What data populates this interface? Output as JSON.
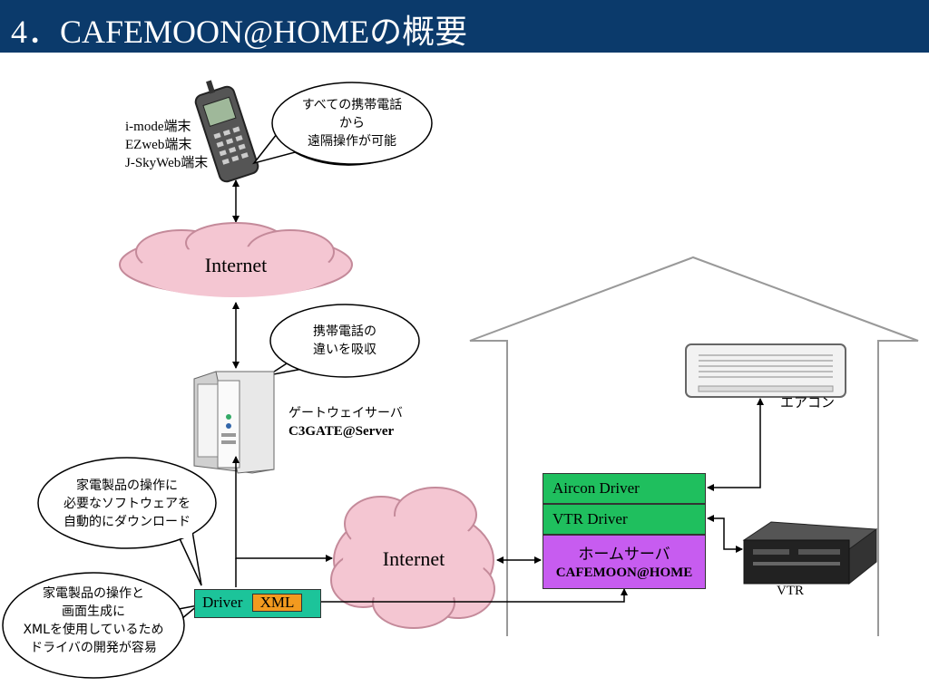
{
  "title": "4．CAFEMOON@HOMEの概要",
  "phone": {
    "labels": [
      "i-mode端末",
      "EZweb端末",
      "J-SkyWeb端末"
    ],
    "bubble": [
      "すべての携帯電話",
      "から",
      "遠隔操作が可能"
    ]
  },
  "internet_top": "Internet",
  "internet_mid": "Internet",
  "gateway": {
    "bubble": [
      "携帯電話の",
      "違いを吸収"
    ],
    "label": "ゲートウェイサーバ",
    "name": "C3GATE@Server"
  },
  "download_bubble": [
    "家電製品の操作に",
    "必要なソフトウェアを",
    "自動的にダウンロード"
  ],
  "xml_bubble": [
    "家電製品の操作と",
    "画面生成に",
    "XMLを使用しているため",
    "ドライバの開発が容易"
  ],
  "driver_box": {
    "driver": "Driver",
    "xml": "XML"
  },
  "home": {
    "aircon_driver": "Aircon Driver",
    "vtr_driver": "VTR Driver",
    "server_label": "ホームサーバ",
    "server_name": "CAFEMOON@HOME",
    "aircon_label": "エアコン",
    "vtr_label": "VTR"
  },
  "colors": {
    "title_bg": "#0b3a6b",
    "cloud_fill": "#f4c6d2",
    "driver_green": "#1fbf5e",
    "server_purple": "#c75cf0",
    "xml_orange": "#f29a1f",
    "driver_teal": "#1cc49a"
  }
}
